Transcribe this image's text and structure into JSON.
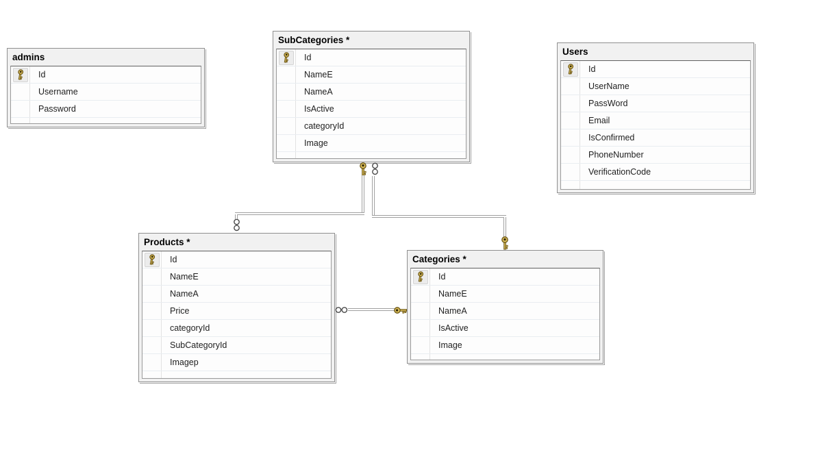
{
  "diagram": {
    "tables": [
      {
        "id": "admins",
        "title": "admins",
        "columns": [
          {
            "name": "Id",
            "pk": true
          },
          {
            "name": "Username",
            "pk": false
          },
          {
            "name": "Password",
            "pk": false
          }
        ]
      },
      {
        "id": "subcategories",
        "title": "SubCategories *",
        "columns": [
          {
            "name": "Id",
            "pk": true
          },
          {
            "name": "NameE",
            "pk": false
          },
          {
            "name": "NameA",
            "pk": false
          },
          {
            "name": "IsActive",
            "pk": false
          },
          {
            "name": "categoryId",
            "pk": false
          },
          {
            "name": "Image",
            "pk": false
          }
        ]
      },
      {
        "id": "users",
        "title": "Users",
        "columns": [
          {
            "name": "Id",
            "pk": true
          },
          {
            "name": "UserName",
            "pk": false
          },
          {
            "name": "PassWord",
            "pk": false
          },
          {
            "name": "Email",
            "pk": false
          },
          {
            "name": "IsConfirmed",
            "pk": false
          },
          {
            "name": "PhoneNumber",
            "pk": false
          },
          {
            "name": "VerificationCode",
            "pk": false
          }
        ]
      },
      {
        "id": "products",
        "title": "Products *",
        "columns": [
          {
            "name": "Id",
            "pk": true
          },
          {
            "name": "NameE",
            "pk": false
          },
          {
            "name": "NameA",
            "pk": false
          },
          {
            "name": "Price",
            "pk": false
          },
          {
            "name": "categoryId",
            "pk": false
          },
          {
            "name": "SubCategoryId",
            "pk": false
          },
          {
            "name": "Imagep",
            "pk": false
          }
        ]
      },
      {
        "id": "categories",
        "title": "Categories *",
        "columns": [
          {
            "name": "Id",
            "pk": true
          },
          {
            "name": "NameE",
            "pk": false
          },
          {
            "name": "NameA",
            "pk": false
          },
          {
            "name": "IsActive",
            "pk": false
          },
          {
            "name": "Image",
            "pk": false
          }
        ]
      }
    ],
    "relationships": [
      {
        "one_side": "SubCategories",
        "many_side": "Products",
        "one_end_icon": "key",
        "many_end_icon": "infinity"
      },
      {
        "one_side": "Categories",
        "many_side": "SubCategories",
        "one_end_icon": "key",
        "many_end_icon": "infinity"
      },
      {
        "one_side": "Categories",
        "many_side": "Products",
        "one_end_icon": "key",
        "many_end_icon": "infinity"
      }
    ],
    "colors": {
      "key_gold": "#D9BC5A",
      "key_outline": "#6B5617",
      "connector_line": "#9F9F9F",
      "table_header_bg": "#F1F1F1",
      "table_border": "#8F8F8F",
      "row_separator": "#E9EDF1"
    }
  }
}
